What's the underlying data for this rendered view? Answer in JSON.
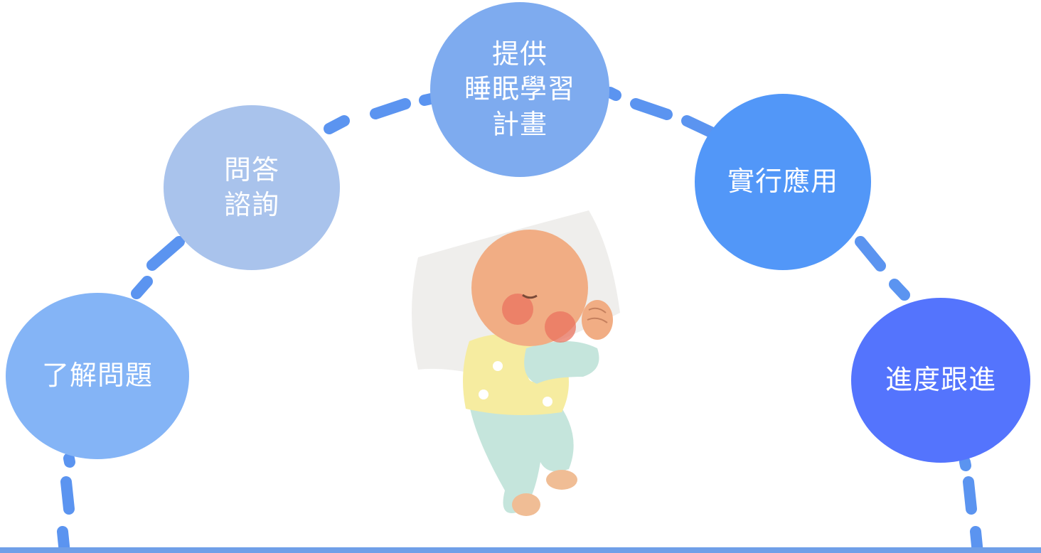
{
  "colors": {
    "dash": "#5b94f0",
    "bar": "#6f9fe8",
    "step1": "#84b4f6",
    "step2": "#a9c3ec",
    "step3": "#7eabef",
    "step4": "#5297f8",
    "step5": "#5474fd"
  },
  "steps": [
    {
      "lines": [
        "了解問題"
      ]
    },
    {
      "lines": [
        "問答",
        "諮詢"
      ]
    },
    {
      "lines": [
        "提供",
        "睡眠學習",
        "計畫"
      ]
    },
    {
      "lines": [
        "實行應用"
      ]
    },
    {
      "lines": [
        "進度跟進"
      ]
    }
  ],
  "illustration": "sleeping-baby"
}
